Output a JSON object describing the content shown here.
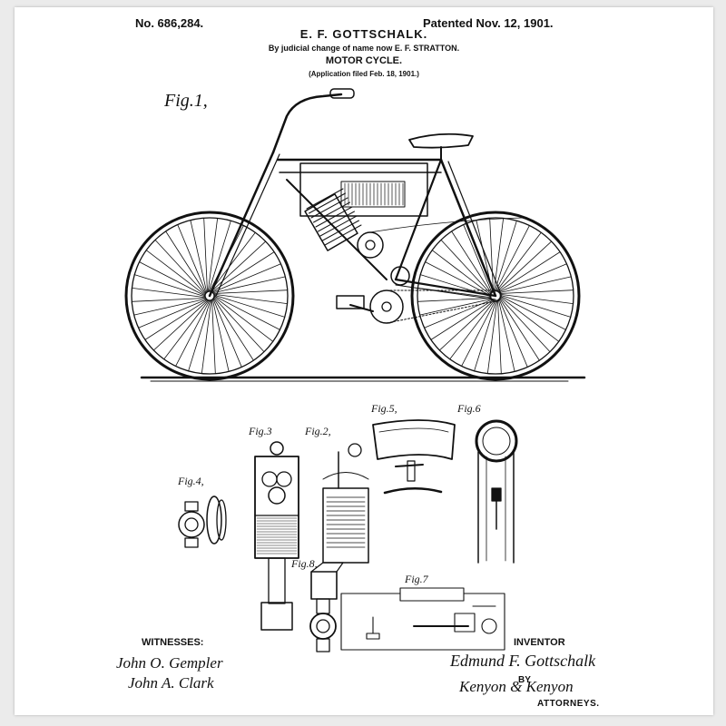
{
  "header": {
    "patent_number": "No. 686,284.",
    "patented_date": "Patented Nov. 12, 1901.",
    "inventor_name": "E. F. GOTTSCHALK.",
    "name_change": "By judicial change of name now E. F. STRATTON.",
    "title": "MOTOR CYCLE.",
    "application_filed": "(Application filed Feb. 18, 1901.)"
  },
  "figures": {
    "fig1": "Fig.1,",
    "fig2": "Fig.2,",
    "fig3": "Fig.3",
    "fig4": "Fig.4,",
    "fig5": "Fig.5,",
    "fig6": "Fig.6",
    "fig7": "Fig.7",
    "fig8": "Fig.8,"
  },
  "footer": {
    "witnesses_label": "WITNESSES:",
    "inventor_label": "INVENTOR",
    "by_label": "BY",
    "attorneys_label": "ATTORNEYS."
  },
  "signatures": {
    "witness_1": "John O. Gempler",
    "witness_2": "John A. Clark",
    "inventor": "Edmund F. Gottschalk",
    "attorneys": "Kenyon & Kenyon"
  },
  "colors": {
    "ink": "#111111",
    "paper": "#ffffff",
    "frame": "#ebebeb"
  }
}
